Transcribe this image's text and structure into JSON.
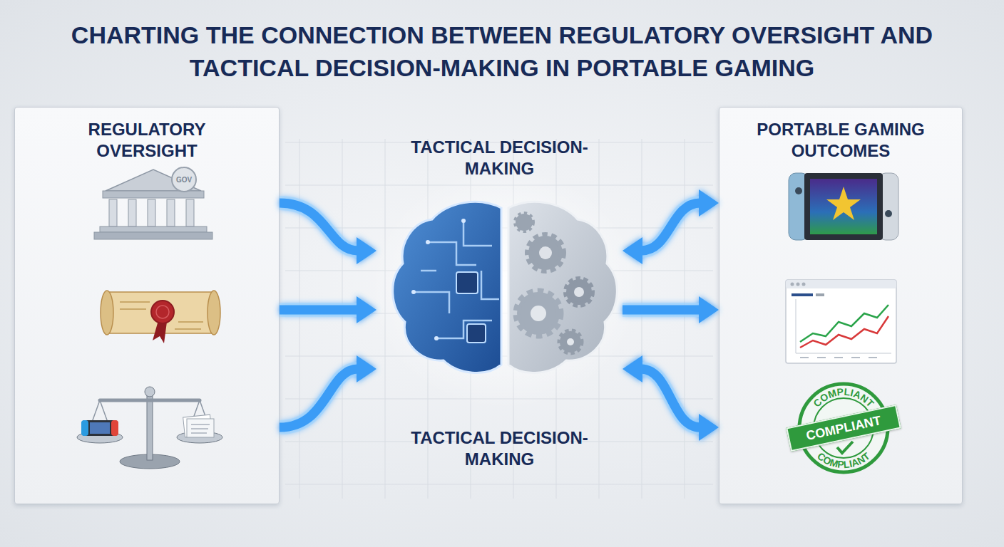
{
  "diagram": {
    "title": "CHARTING THE CONNECTION BETWEEN REGULATORY OVERSIGHT AND TACTICAL DECISION-MAKING IN PORTABLE GAMING",
    "nodes": [
      {
        "text": [
          "REGULATORY OVERSIGHT"
        ]
      },
      {
        "text": [
          "TACTICAL DECISION-MAKING",
          "TACTICAL DECISION-MAKING"
        ]
      },
      {
        "text": [
          "PORTABLE GAMING OUTCOMES"
        ]
      },
      {
        "text": [
          "COMPLIANT",
          "COMPLIANT",
          "COMPLIANT"
        ],
        "in": 2
      }
    ],
    "edges": [
      {
        "from": 0,
        "to": 1,
        "arrow": "to"
      },
      {
        "from": 0,
        "to": 1,
        "arrow": "to"
      },
      {
        "from": 0,
        "to": 1,
        "arrow": "to"
      },
      {
        "from": 1,
        "to": 2,
        "arrow": "both"
      },
      {
        "from": 1,
        "to": 2,
        "arrow": "to"
      },
      {
        "from": 1,
        "to": 2,
        "arrow": "both"
      }
    ],
    "labels": [
      "GOV"
    ]
  }
}
